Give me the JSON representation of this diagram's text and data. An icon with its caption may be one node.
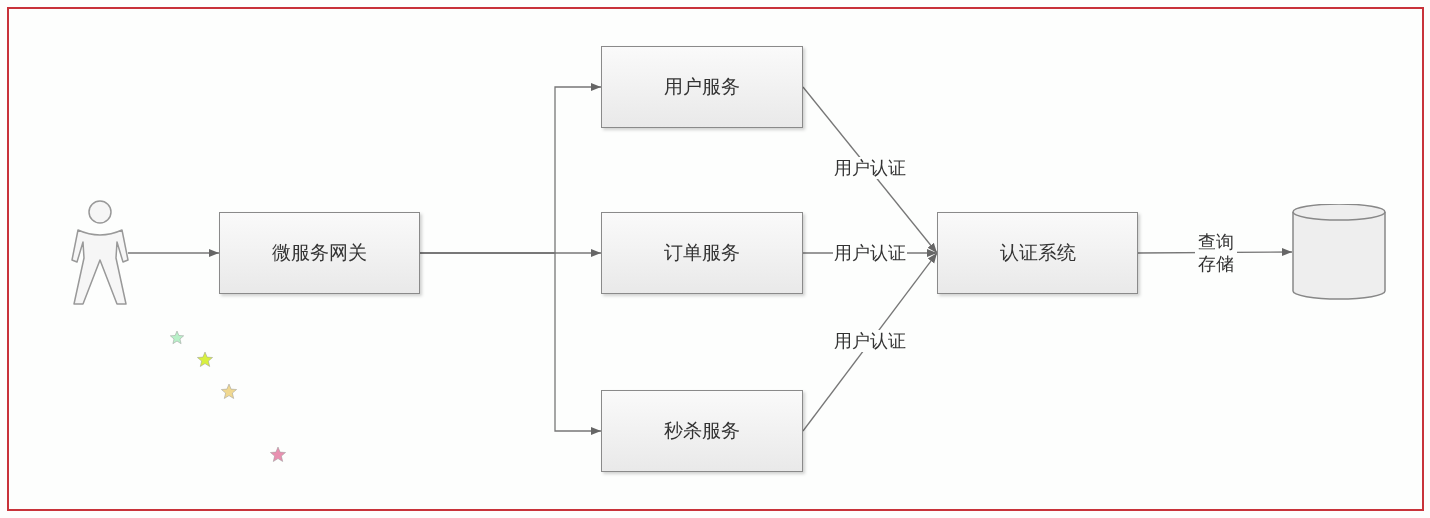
{
  "diagram": {
    "nodes": [
      {
        "text": [],
        "shape": "person"
      },
      {
        "text": [
          "微服务网关"
        ]
      },
      {
        "text": [
          "用户服务"
        ]
      },
      {
        "text": [
          "订单服务"
        ]
      },
      {
        "text": [
          "秒杀服务"
        ]
      },
      {
        "text": [
          "认证系统"
        ]
      },
      {
        "text": [],
        "shape": "cylinder"
      }
    ],
    "edges": [
      {
        "from": 0,
        "to": 1,
        "arrow": "to"
      },
      {
        "from": 1,
        "to": 2,
        "arrow": "to"
      },
      {
        "from": 1,
        "to": 3,
        "arrow": "to"
      },
      {
        "from": 1,
        "to": 4,
        "arrow": "to"
      },
      {
        "from": 2,
        "to": 5,
        "arrow": "to",
        "label": "用户认证"
      },
      {
        "from": 3,
        "to": 5,
        "arrow": "to",
        "label": "用户认证"
      },
      {
        "from": 4,
        "to": 5,
        "arrow": "to",
        "label": "用户认证"
      },
      {
        "from": 5,
        "to": 6,
        "arrow": "to",
        "label": "查询存储"
      }
    ]
  }
}
